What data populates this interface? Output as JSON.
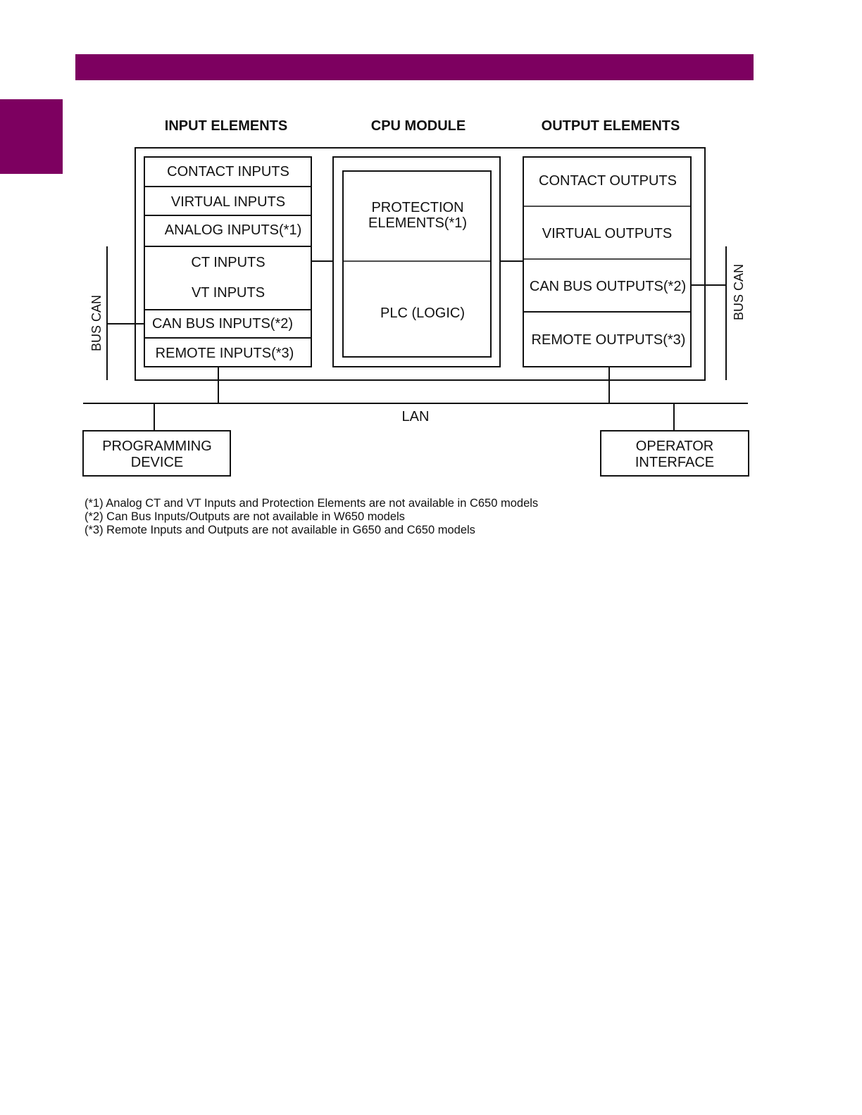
{
  "theme": {
    "accent": "#7d0060"
  },
  "diagram": {
    "headers": {
      "input": "INPUT ELEMENTS",
      "cpu": "CPU MODULE",
      "output": "OUTPUT ELEMENTS"
    },
    "inputs": {
      "contact": "CONTACT INPUTS",
      "virtual": "VIRTUAL INPUTS",
      "analog": "ANALOG INPUTS(*1)",
      "ct": "CT INPUTS",
      "vt": "VT INPUTS",
      "canbus": "CAN BUS INPUTS(*2)",
      "remote": "REMOTE INPUTS(*3)"
    },
    "cpu": {
      "protection_line1": "PROTECTION",
      "protection_line2": "ELEMENTS(*1)",
      "plc": "PLC (LOGIC)"
    },
    "outputs": {
      "contact": "CONTACT OUTPUTS",
      "virtual": "VIRTUAL OUTPUTS",
      "canbus": "CAN BUS OUTPUTS(*2)",
      "remote": "REMOTE OUTPUTS(*3)"
    },
    "bus_can_left": "BUS CAN",
    "bus_can_right": "BUS CAN",
    "lan": "LAN",
    "programming_line1": "PROGRAMMING",
    "programming_line2": "DEVICE",
    "operator_line1": "OPERATOR",
    "operator_line2": "INTERFACE"
  },
  "footnotes": [
    "(*1) Analog CT and VT Inputs and Protection Elements are not available in C650 models",
    "(*2) Can Bus Inputs/Outputs are not available in W650 models",
    "(*3) Remote Inputs and Outputs are not available in G650 and C650 models"
  ]
}
